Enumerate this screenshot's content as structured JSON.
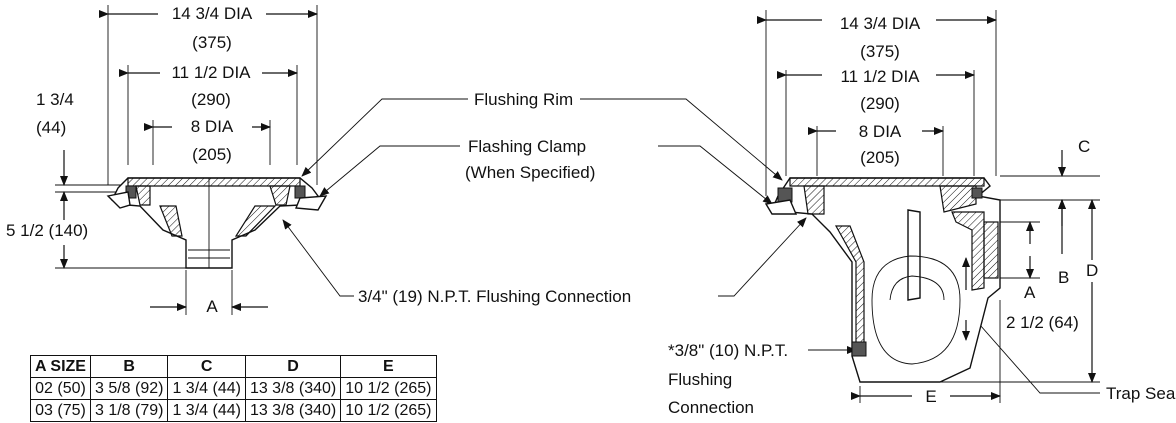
{
  "left_view": {
    "dia_outer": "14 3/4 DIA",
    "dia_outer_mm": "(375)",
    "dia_mid": "11 1/2 DIA",
    "dia_mid_mm": "(290)",
    "dia_inner": "8 DIA",
    "dia_inner_mm": "(205)",
    "rim_height": "1 3/4",
    "rim_height_mm": "(44)",
    "body_height": "5 1/2 (140)",
    "outlet_label": "A"
  },
  "right_view": {
    "dia_outer": "14 3/4 DIA",
    "dia_outer_mm": "(375)",
    "dia_mid": "11 1/2 DIA",
    "dia_mid_mm": "(290)",
    "dia_inner": "8 DIA",
    "dia_inner_mm": "(205)",
    "label_c": "C",
    "label_d": "D",
    "label_b": "B",
    "label_a": "A",
    "label_e": "E",
    "trap_depth": "2 1/2 (64)"
  },
  "callouts": {
    "flushing_rim": "Flushing Rim",
    "flashing_clamp": "Flashing Clamp",
    "flashing_clamp_note": "(When Specified)",
    "flushing_connection": "3/4\" (19) N.P.T. Flushing Connection",
    "npt_connection_line1": "*3/8\" (10) N.P.T.",
    "npt_connection_line2": "Flushing",
    "npt_connection_line3": "Connection",
    "trap_seal": "Trap Seal"
  },
  "table": {
    "headers": [
      "A SIZE",
      "B",
      "C",
      "D",
      "E"
    ],
    "rows": [
      [
        "02 (50)",
        "3 5/8 (92)",
        "1 3/4 (44)",
        "13 3/8 (340)",
        "10 1/2 (265)"
      ],
      [
        "03 (75)",
        "3 1/8 (79)",
        "1 3/4 (44)",
        "13 3/8 (340)",
        "10 1/2 (265)"
      ]
    ]
  }
}
